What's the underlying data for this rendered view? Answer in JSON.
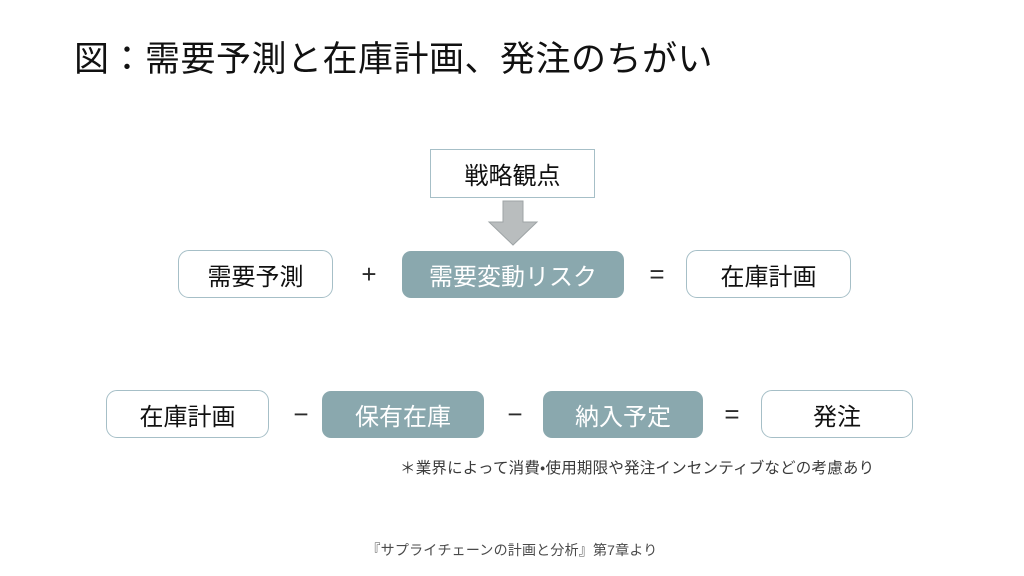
{
  "title": "図：需要予測と在庫計画、発注のちがい",
  "theme": {
    "background": "#ffffff",
    "outline_border": "#a6bfc7",
    "filled_box": "#8aa8ae",
    "filled_box_text": "#ffffff",
    "text": "#111111",
    "arrow_fill": "#b9bdbe",
    "arrow_stroke": "#9aa0a2"
  },
  "strategy": {
    "label": "戦略観点",
    "arrow_icon": "arrow-down-icon"
  },
  "equations": [
    {
      "id": "inventory-plan-equation",
      "terms": [
        {
          "label": "需要予測",
          "style": "outline"
        },
        {
          "label": "+",
          "style": "operator"
        },
        {
          "label": "需要変動リスク",
          "style": "filled"
        },
        {
          "label": "=",
          "style": "operator"
        },
        {
          "label": "在庫計画",
          "style": "outline"
        }
      ]
    },
    {
      "id": "order-equation",
      "terms": [
        {
          "label": "在庫計画",
          "style": "outline"
        },
        {
          "label": "−",
          "style": "operator"
        },
        {
          "label": "保有在庫",
          "style": "filled"
        },
        {
          "label": "−",
          "style": "operator"
        },
        {
          "label": "納入予定",
          "style": "filled"
        },
        {
          "label": "=",
          "style": "operator"
        },
        {
          "label": "発注",
          "style": "outline"
        }
      ]
    }
  ],
  "footnote": "＊業界によって消費・使用期限や発注インセンティブなどの考慮あり",
  "source": "『サプライチェーンの計画と分析』第7章より"
}
